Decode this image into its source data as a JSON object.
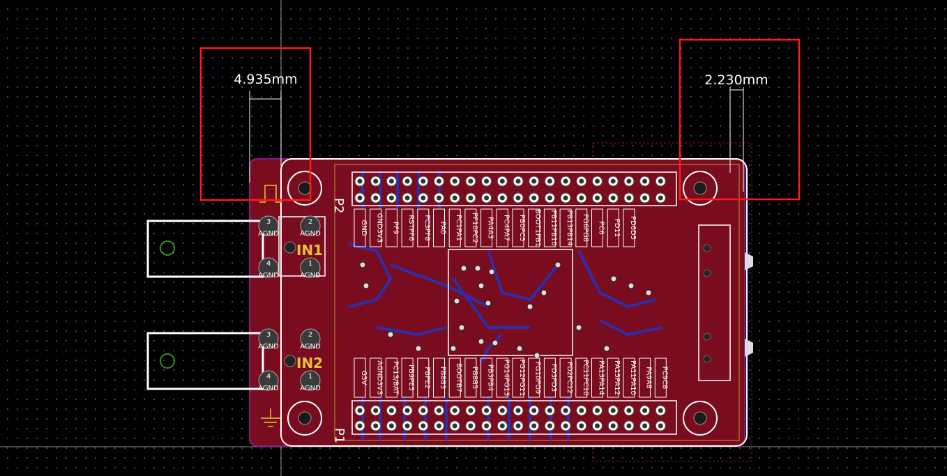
{
  "colors": {
    "background": "#000000",
    "board_fill": "#7a0c20",
    "outline": "#ffffff",
    "highlight_box": "#ff1a1a",
    "copper_bottom": "#1f35c8",
    "silkscreen": "#e6c23a"
  },
  "dimensions": {
    "left": {
      "text": "4.935mm"
    },
    "right": {
      "text": "2.230mm"
    }
  },
  "connectors": {
    "p2_label": "P2",
    "p1_label": "P1",
    "in1_label": "IN1",
    "in2_label": "IN2"
  },
  "pads": {
    "in1": [
      {
        "num": "3",
        "net": "AGND"
      },
      {
        "num": "2",
        "net": "AGND"
      },
      {
        "num": "4",
        "net": "AGND"
      },
      {
        "num": "1",
        "net": "AGND"
      }
    ],
    "in2": [
      {
        "num": "3",
        "net": "AGND"
      },
      {
        "num": "2",
        "net": "AGND"
      },
      {
        "num": "4",
        "net": "AGND"
      },
      {
        "num": "1",
        "net": "AGND"
      }
    ]
  },
  "pin_labels": {
    "top": [
      "GND",
      "GND3V3",
      "PF9",
      "RSTPF6",
      "PC3PF8",
      "PA0",
      "PC1PA1",
      "PF10PC2",
      "PA4A3",
      "PC4PA7",
      "PB0PC5",
      "BOOT1PB1",
      "PB11PB10",
      "PB13PB14",
      "PG6PG8",
      "PC6",
      "PD11",
      "PD6D5"
    ],
    "bottom": [
      "G5V",
      "AGND3V3",
      "PC13/BAT",
      "PB9PE5",
      "PBPE2",
      "PB8B3",
      "BOOTB7",
      "PB8B5",
      "PB3PB4",
      "PG14PG13",
      "PG12PG11",
      "PG10PG9",
      "PD3PD3",
      "PD2PC12",
      "PC11PC10",
      "PA13PA14",
      "PA15PA12",
      "PA11PA10",
      "PA9A8",
      "PC9C8"
    ]
  }
}
